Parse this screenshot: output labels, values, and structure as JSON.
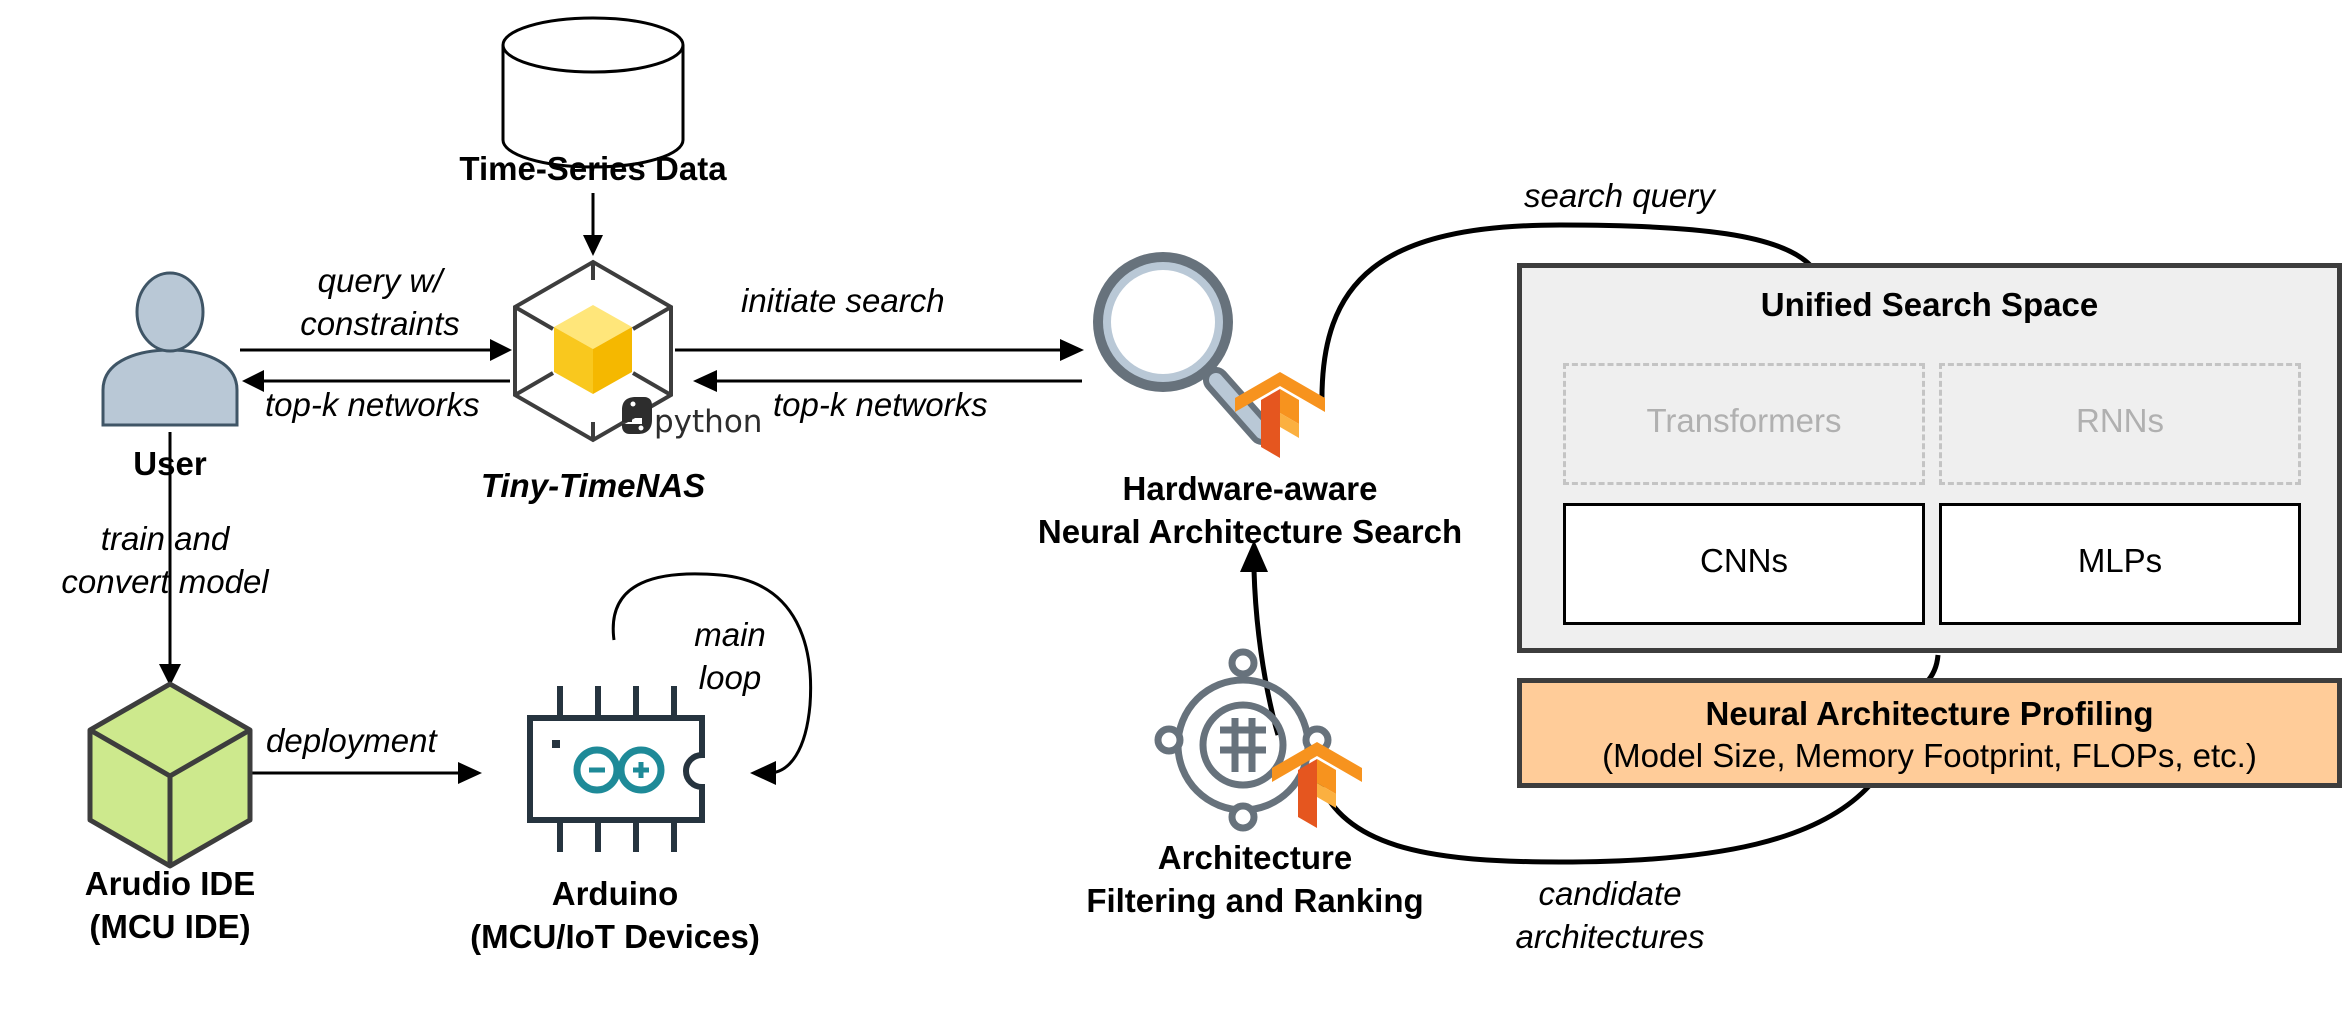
{
  "nodes": {
    "data": {
      "title": "Time-Series Data"
    },
    "user": {
      "title": "User"
    },
    "tool": {
      "title": "Tiny-TimeNAS",
      "python_logo_text": "python"
    },
    "nas": {
      "title_line1": "Hardware-aware",
      "title_line2": "Neural Architecture Search"
    },
    "ide": {
      "title_line1": "Arudio IDE",
      "title_line2": "(MCU IDE)"
    },
    "arduino": {
      "title_line1": "Arduino",
      "title_line2": "(MCU/IoT Devices)"
    },
    "filter": {
      "title_line1": "Architecture",
      "title_line2": "Filtering and Ranking"
    }
  },
  "search_space": {
    "title": "Unified Search Space",
    "cells": [
      {
        "label": "Transformers",
        "active": false
      },
      {
        "label": "RNNs",
        "active": false
      },
      {
        "label": "CNNs",
        "active": true
      },
      {
        "label": "MLPs",
        "active": true
      }
    ]
  },
  "profiling": {
    "title": "Neural Architecture Profiling",
    "subtitle": "(Model Size, Memory Footprint, FLOPs, etc.)"
  },
  "edges": {
    "query_line1": "query w/",
    "query_line2": "constraints",
    "topk_user": "top-k networks",
    "initiate": "initiate search",
    "topk_tool": "top-k networks",
    "search_query": "search query",
    "train_line1": "train and",
    "train_line2": "convert model",
    "deployment": "deployment",
    "main_line1": "main",
    "main_line2": "loop",
    "candidate_line1": "candidate",
    "candidate_line2": "architectures"
  },
  "colors": {
    "user_fill": "#b9c8d6",
    "user_stroke": "#3f5566",
    "tool_cube": "#f9c81e",
    "ide_cube": "#cde98d",
    "search_space_fill": "#efefef",
    "profiling_fill": "#ffcc99",
    "inactive_text": "#b0b0b0",
    "tensorflow_orange": "#f7931e",
    "tensorflow_dark": "#e5561f",
    "icon_gray": "#67727c",
    "arduino_teal": "#1e8a98",
    "chip_dark": "#26343f"
  },
  "icons": [
    "database-icon",
    "user-icon",
    "python-package-icon",
    "python-logo-icon",
    "magnifier-icon",
    "tensorflow-icon",
    "ai-brain-icon",
    "mcu-ide-cube-icon",
    "arduino-chip-icon"
  ]
}
